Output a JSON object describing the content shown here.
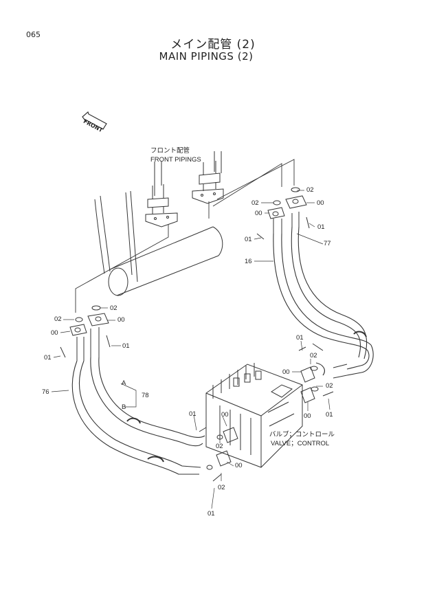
{
  "page_number": "065",
  "title_jp": "メイン配管 (2)",
  "title_en": "MAIN PIPINGS (2)",
  "front_arrow": "FRONT",
  "front_pipings_jp": "フロント配管",
  "front_pipings_en": "FRONT PIPINGS",
  "valve_jp": "バルブ；コントロール",
  "valve_en": "VALVE；CONTROL",
  "callouts": {
    "c02": "02",
    "c00": "00",
    "c01": "01",
    "c16": "16",
    "c77": "77",
    "c76": "76",
    "c78": "78",
    "cA": "A",
    "cB": "B"
  }
}
